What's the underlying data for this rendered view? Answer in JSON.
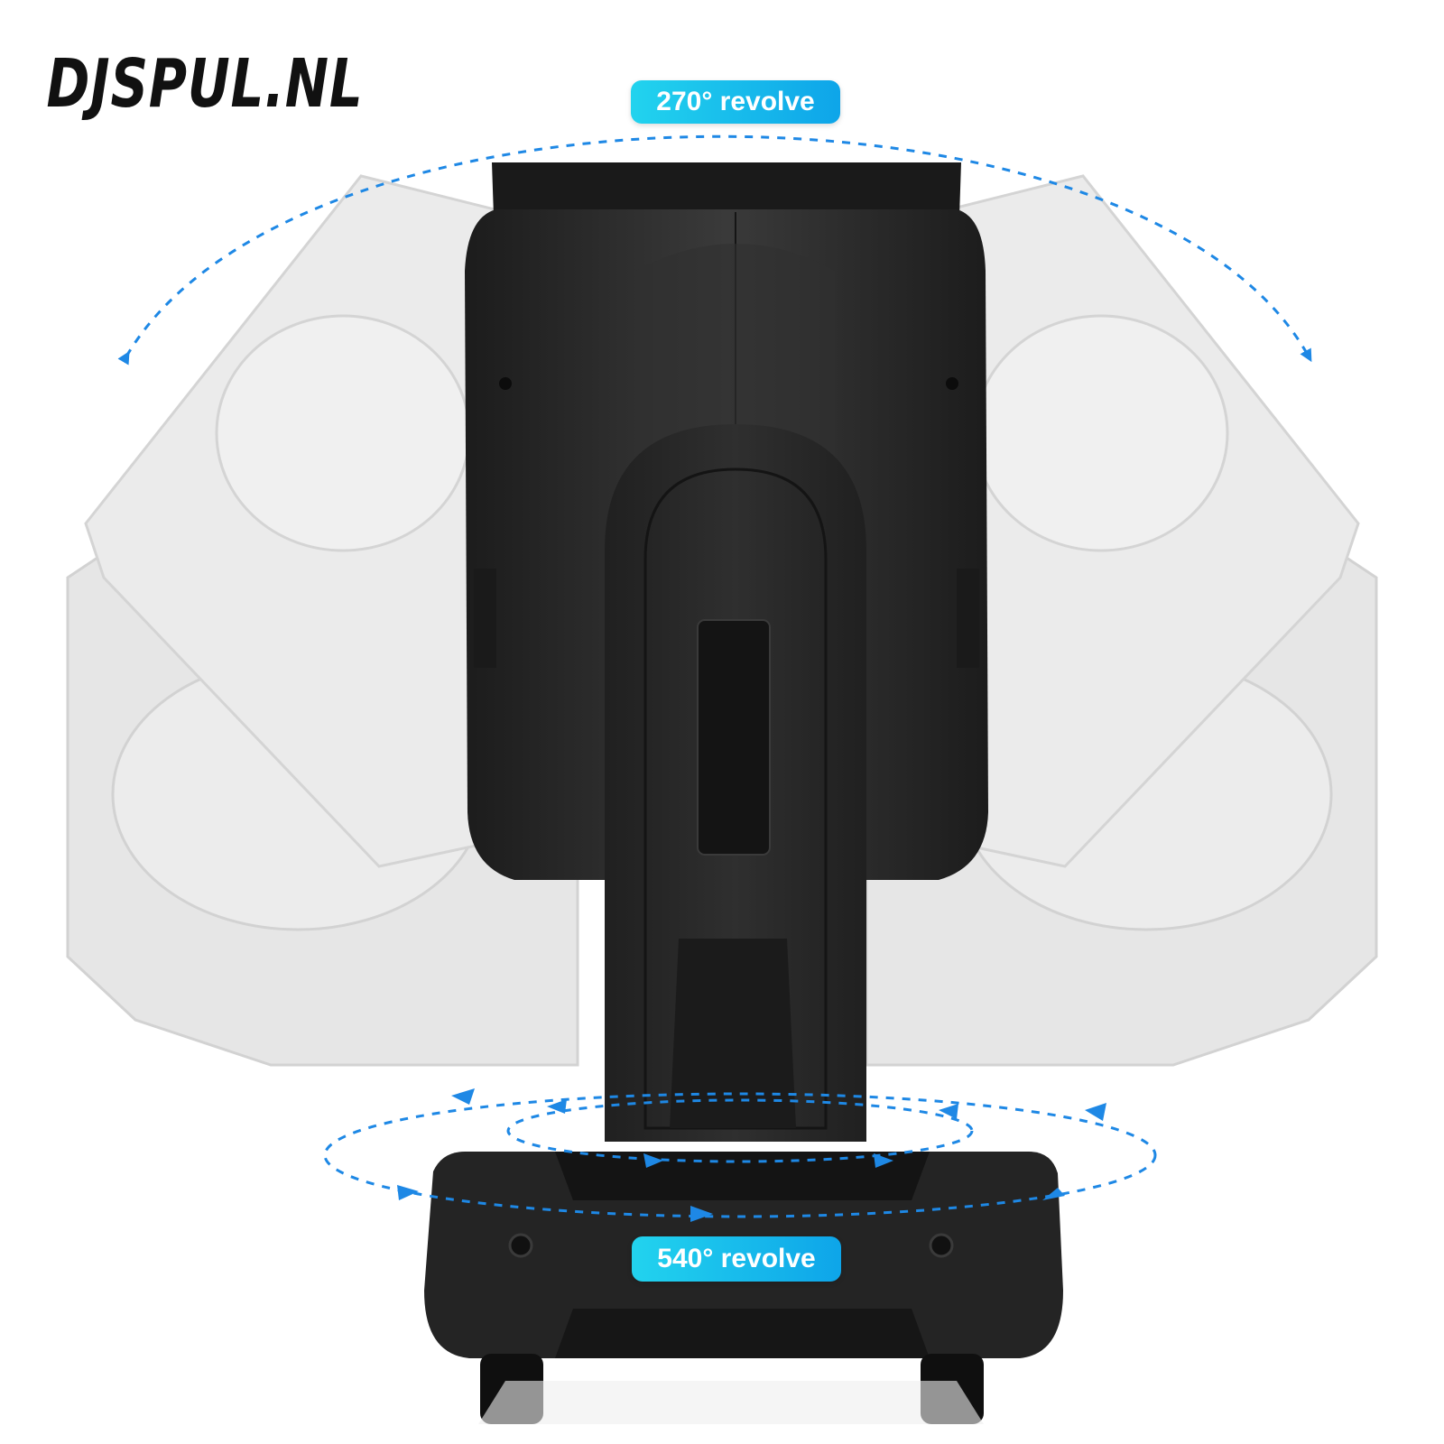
{
  "logo": {
    "text": "DJSPUL.NL"
  },
  "labels": {
    "tilt": "270° revolve",
    "pan": "540° revolve"
  },
  "colors": {
    "arrow": "#1e88e5",
    "badge_from": "#22d3ee",
    "badge_to": "#0ea5e9",
    "fixture_body": "#262626",
    "ghost_body": "#e3e3e3"
  },
  "icons": {
    "arrow": "dashed-arrow-icon"
  }
}
